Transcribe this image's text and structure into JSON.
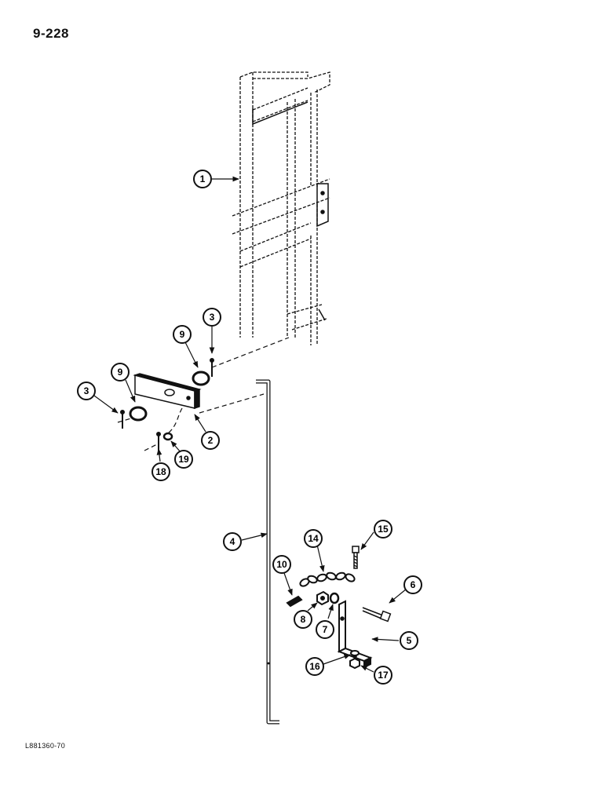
{
  "page_number": "9-228",
  "reference_code": "L881360-70",
  "callouts": [
    "1",
    "2",
    "3",
    "3",
    "4",
    "5",
    "6",
    "7",
    "8",
    "9",
    "9",
    "10",
    "14",
    "15",
    "16",
    "17",
    "18",
    "19"
  ]
}
